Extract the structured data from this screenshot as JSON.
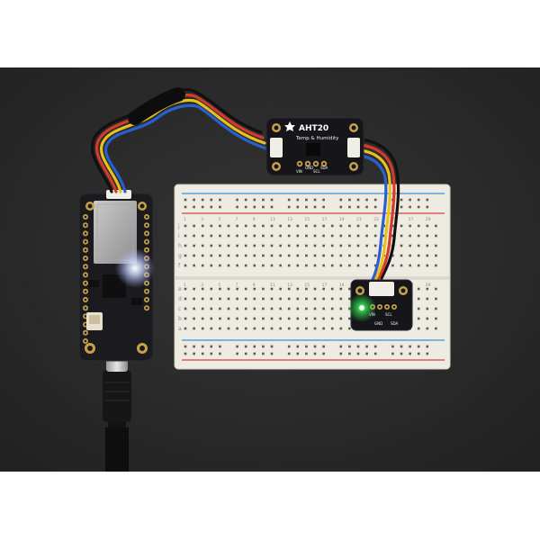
{
  "photo": {
    "subject": "",
    "sensor_board": {
      "title": "AHT20",
      "subtitle": "Temp & Humidity",
      "pin_labels": [
        "VIN",
        "GND",
        "SCL",
        "SDA"
      ]
    },
    "small_board": {
      "pin_labels": [
        "VIN",
        "GND",
        "SCL",
        "SDA"
      ]
    },
    "breadboard": {
      "row_letters_top": [
        "j",
        "i",
        "h",
        "g",
        "f"
      ],
      "row_letters_bottom": [
        "e",
        "d",
        "c",
        "b",
        "a"
      ],
      "column_numbers": [
        "1",
        "3",
        "5",
        "7",
        "9",
        "11",
        "13",
        "15",
        "17",
        "19",
        "21",
        "23",
        "25",
        "27",
        "29"
      ]
    },
    "colors": {
      "background": "#2a2a2a",
      "breadboard": "#eeebe3",
      "pcb": "#1b1b1f",
      "wire_black": "#111111",
      "wire_red": "#d63a2a",
      "wire_yellow": "#e8c21c",
      "wire_blue": "#2a5fd0",
      "led_green": "#3cff5a",
      "led_white": "#e8f0ff"
    }
  }
}
